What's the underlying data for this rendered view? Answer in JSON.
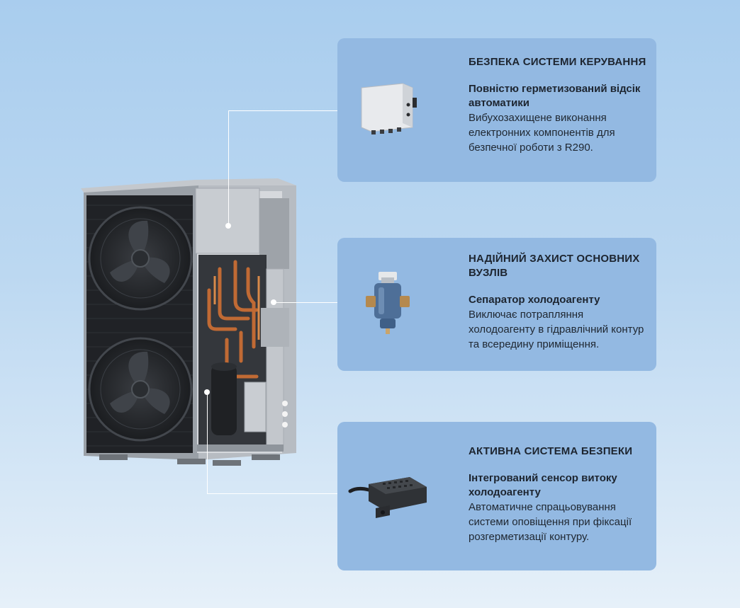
{
  "cards": [
    {
      "title": "БЕЗПЕКА СИСТЕМИ КЕРУВАННЯ",
      "subtitle": "Повністю герметизований відсік автоматики",
      "description": "Вибухозахищене виконання електронних компонентів для безпечної роботи з R290.",
      "image": "control-box-image"
    },
    {
      "title": "НАДІЙНИЙ ЗАХИСТ ОСНОВНИХ ВУЗЛІВ",
      "subtitle": "Сепаратор холодоагенту",
      "description": "Виключає потрапляння холодоагенту в гідравлічний контур та всередину приміщення.",
      "image": "refrigerant-separator-image"
    },
    {
      "title": "АКТИВНА СИСТЕМА БЕЗПЕКИ",
      "subtitle": "Інтегрований сенсор витоку холодоагенту",
      "description": "Автоматичне спрацьовування системи оповіщення при фіксації розгерметизації контуру.",
      "image": "leak-sensor-image"
    }
  ],
  "colors": {
    "background_top": "#a9cdee",
    "background_bottom": "#e6f0f9",
    "card": "#93b9e2",
    "text": "#1d2530",
    "connector": "#ffffff"
  }
}
